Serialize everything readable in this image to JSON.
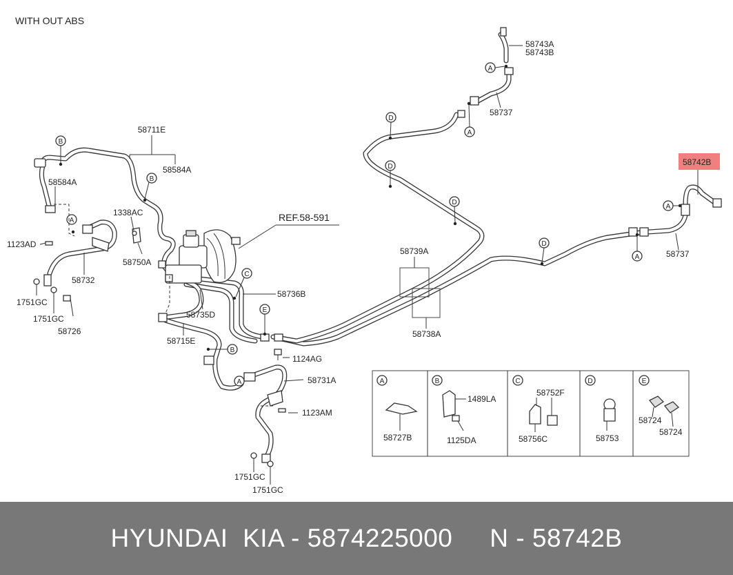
{
  "header": "WITH OUT ABS",
  "ref_label": "REF.58-591",
  "circle_labels": {
    "a": "A",
    "b": "B",
    "c": "C",
    "d": "D",
    "e": "E"
  },
  "part_labels": {
    "p58711E": "58711E",
    "p58584A_top": "58584A",
    "p58584A_left": "58584A",
    "p1338AC": "1338AC",
    "p58750A": "58750A",
    "p1123AD": "1123AD",
    "p58732": "58732",
    "p1751GC_a": "1751GC",
    "p1751GC_b": "1751GC",
    "p58726": "58726",
    "p58735D": "58735D",
    "p58736B": "58736B",
    "p58715E": "58715E",
    "p1124AG": "1124AG",
    "p58731A": "58731A",
    "p1123AM": "1123AM",
    "p1751GC_c": "1751GC",
    "p1751GC_d": "1751GC",
    "p58739A": "58739A",
    "p58738A": "58738A",
    "p58743A": "58743A",
    "p58743B": "58743B",
    "p58737_top": "58737",
    "p58742B": "58742B",
    "p58737_right": "58737"
  },
  "legend": {
    "a_part": "58727B",
    "b_part1": "1489LA",
    "b_part2": "1125DA",
    "c_part1": "58752F",
    "c_part2": "58756C",
    "d_part": "58753",
    "e_part1": "58724",
    "e_part2": "58724"
  },
  "highlight_color": "#f08080",
  "footer": "HYUNDAI  KIA - 5874225000     N - 58742B"
}
